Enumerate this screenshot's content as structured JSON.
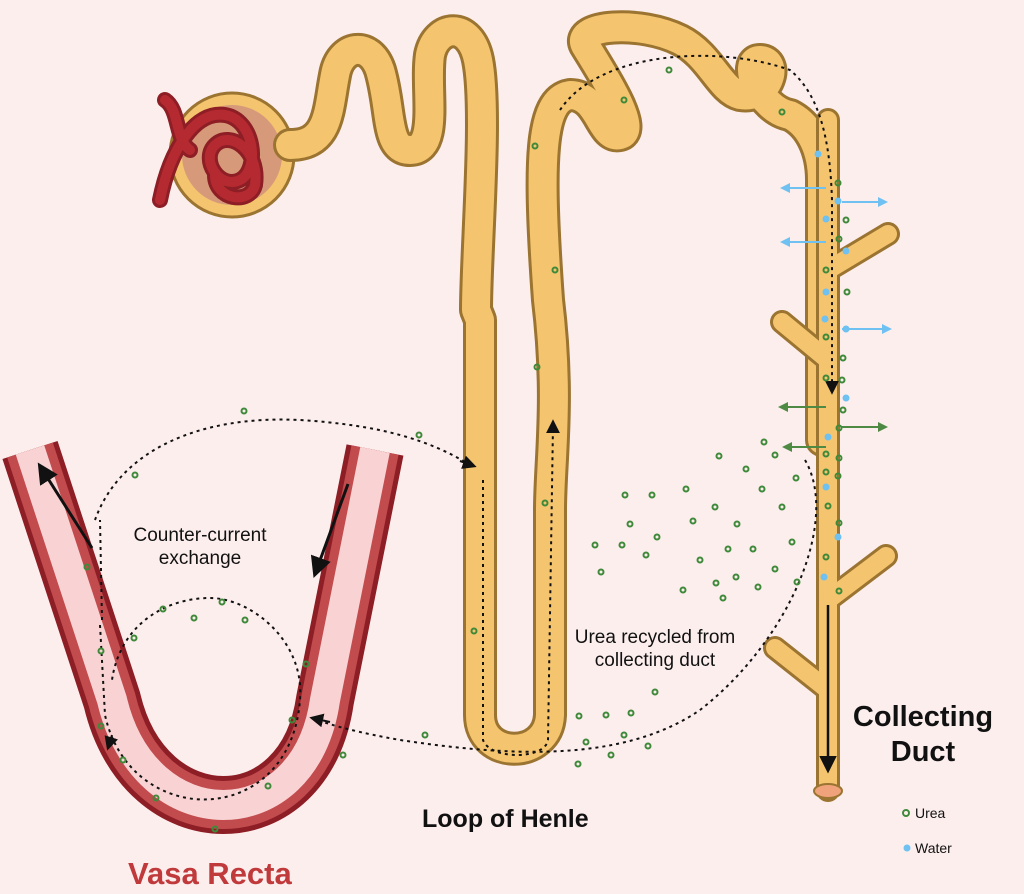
{
  "labels": {
    "counter_current": "Counter-current exchange",
    "urea_recycled": "Urea recycled from collecting duct",
    "loop_of_henle": "Loop of Henle",
    "collecting_duct": "Collecting Duct",
    "vasa_recta": "Vasa Recta"
  },
  "legend": {
    "urea": "Urea",
    "water": "Water"
  },
  "colors": {
    "background": "#fdeeee",
    "tubule_fill": "#f5c46e",
    "tubule_outline": "#9a7430",
    "vessel_outer": "#8d1e25",
    "vessel_wall": "#c24b4e",
    "vessel_lumen": "#f9d3d3",
    "urea": "#3f8a3a",
    "water": "#6ec1f0",
    "urea_arrow": "#4e8a44",
    "vasa_label": "#c0393b"
  }
}
